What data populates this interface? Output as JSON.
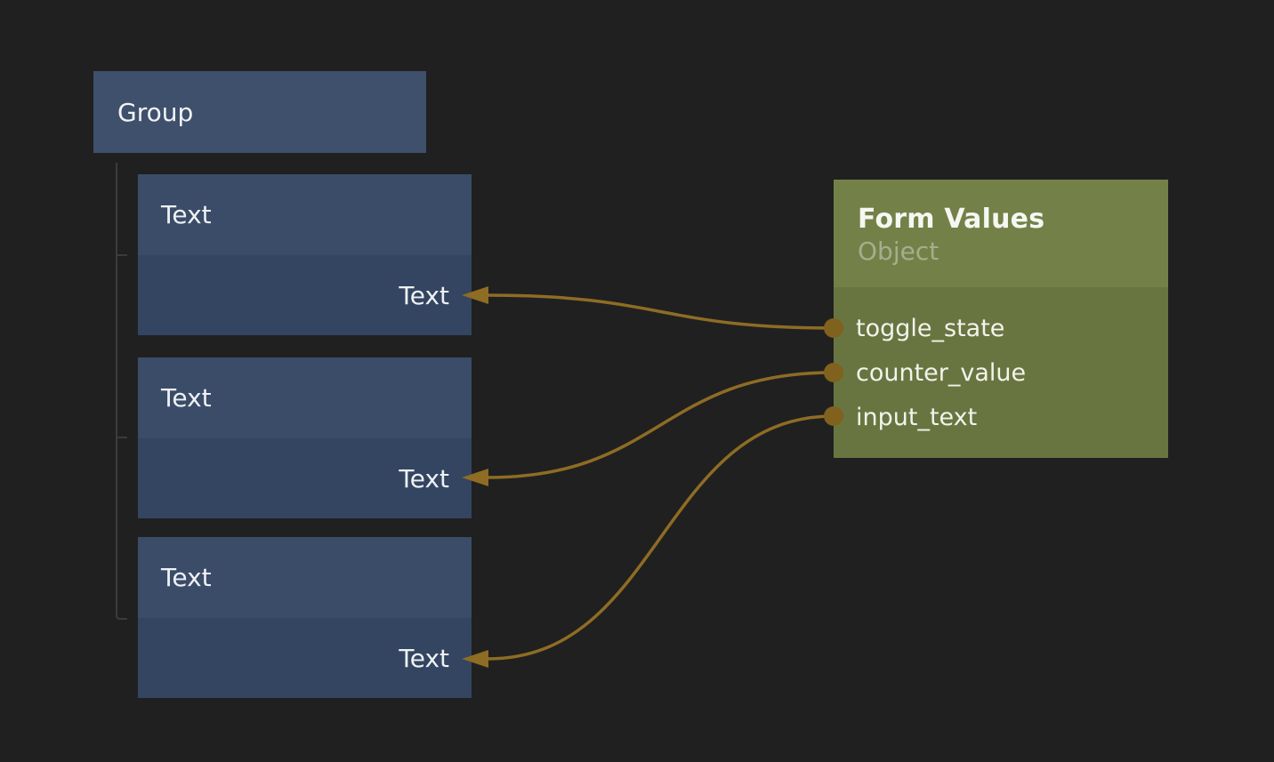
{
  "colors": {
    "background": "#202020",
    "group_node_bg": "#3e506b",
    "text_node_header_bg": "#3a4c68",
    "text_node_body_bg": "#344561",
    "form_values_header_bg": "#738148",
    "form_values_body_bg": "#697540",
    "wire": "#8e6c24",
    "port_dot": "#80611d",
    "arrowhead": "#8e6c24",
    "tree_line": "#3b3b3b",
    "node_label_text": "#eef1f4",
    "form_values_title_text": "#f6f7f2",
    "form_values_subtitle_text": "#a6ad8d"
  },
  "editor": {
    "group_node": {
      "title": "Group"
    },
    "text_nodes": [
      {
        "title": "Text",
        "input_label": "Text"
      },
      {
        "title": "Text",
        "input_label": "Text"
      },
      {
        "title": "Text",
        "input_label": "Text"
      }
    ],
    "form_values_node": {
      "title": "Form Values",
      "subtitle": "Object",
      "fields": [
        "toggle_state",
        "counter_value",
        "input_text"
      ]
    },
    "connections": [
      {
        "from_field": "toggle_state",
        "to_text_node": 0
      },
      {
        "from_field": "counter_value",
        "to_text_node": 1
      },
      {
        "from_field": "input_text",
        "to_text_node": 2
      }
    ]
  }
}
